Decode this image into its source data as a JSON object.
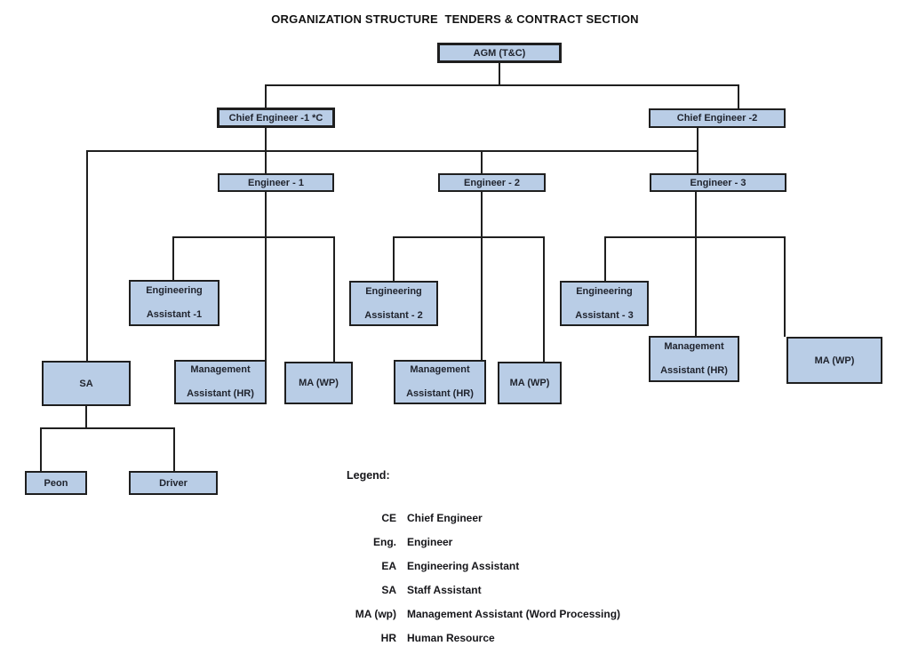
{
  "title": "ORGANIZATION STRUCTURE  TENDERS & CONTRACT SECTION",
  "colors": {
    "box_fill": "#b9cde6",
    "box_border": "#1f1f1f",
    "line_color": "#1f1f1f",
    "text_color": "#20242e"
  },
  "nodes": {
    "agm": {
      "label": "AGM (T&C)"
    },
    "ce1": {
      "label": "Chief Engineer -1 *C"
    },
    "ce2": {
      "label": "Chief Engineer -2"
    },
    "eng1": {
      "label": "Engineer - 1"
    },
    "eng2": {
      "label": "Engineer - 2"
    },
    "eng3": {
      "label": "Engineer - 3"
    },
    "ea1": {
      "line1": "Engineering",
      "line2": "Assistant -1"
    },
    "ea2": {
      "line1": "Engineering",
      "line2": "Assistant - 2"
    },
    "ea3": {
      "line1": "Engineering",
      "line2": "Assistant - 3"
    },
    "sa": {
      "label": "SA"
    },
    "ma_hr1": {
      "line1": "Management",
      "line2": "Assistant (HR)"
    },
    "ma_wp1": {
      "label": "MA (WP)"
    },
    "ma_hr2": {
      "line1": "Management",
      "line2": "Assistant (HR)"
    },
    "ma_wp2": {
      "label": "MA (WP)"
    },
    "ma_hr3": {
      "line1": "Management",
      "line2": "Assistant (HR)"
    },
    "ma_wp3": {
      "label": "MA (WP)"
    },
    "peon": {
      "label": "Peon"
    },
    "driver": {
      "label": "Driver"
    }
  },
  "legend": {
    "heading": "Legend:",
    "items": [
      {
        "abbr": "CE",
        "desc": "Chief Engineer"
      },
      {
        "abbr": "Eng.",
        "desc": "Engineer"
      },
      {
        "abbr": "EA",
        "desc": "Engineering Assistant"
      },
      {
        "abbr": "SA",
        "desc": "Staff Assistant"
      },
      {
        "abbr": "MA (wp)",
        "desc": "Management Assistant (Word Processing)"
      },
      {
        "abbr": "HR",
        "desc": "Human Resource"
      }
    ]
  }
}
